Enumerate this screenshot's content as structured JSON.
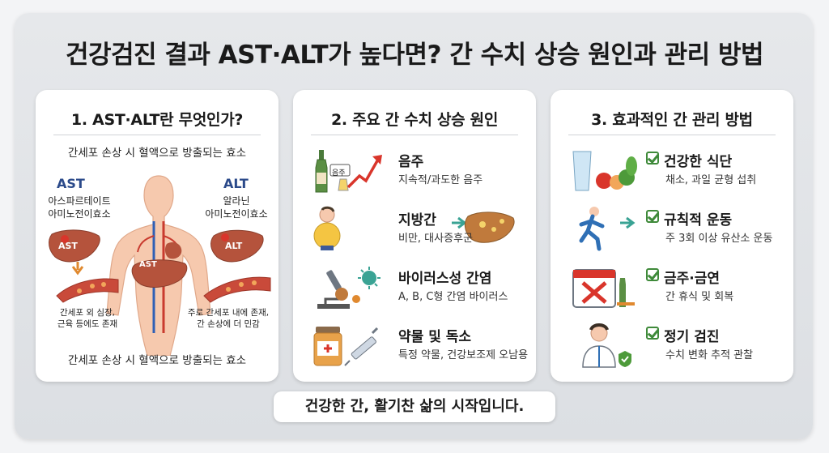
{
  "title": "건강검진 결과 AST·ALT가 높다면? 간 수치 상승 원인과 관리 방법",
  "card1": {
    "title": "1. AST·ALT란 무엇인가?",
    "subtitle_top": "간세포 손상 시 혈액으로 방출되는 효소",
    "ast_label": "AST",
    "ast_name_1": "아스파르테이트",
    "ast_name_2": "아미노전이효소",
    "alt_label": "ALT",
    "alt_name_1": "알라닌",
    "alt_name_2": "아미노전이효소",
    "ast_liver_tag": "AST",
    "alt_liver_tag": "ALT",
    "body_liver_tag": "AST",
    "ast_note_1": "간세포 외 심장,",
    "ast_note_2": "근육 등에도 존재",
    "alt_note_1": "주로 간세포 내에 존재,",
    "alt_note_2": "간 손상에 더 민감",
    "subtitle_bottom": "간세포 손상 시 혈액으로 방출되는 효소"
  },
  "card2": {
    "title": "2. 주요 간 수치 상승 원인",
    "items": [
      {
        "head": "음주",
        "desc": "지속적/과도한 음주",
        "icon_text": "음주"
      },
      {
        "head": "지방간",
        "desc": "비만, 대사증후군"
      },
      {
        "head": "바이러스성 간염",
        "desc": "A, B, C형 간염 바이러스"
      },
      {
        "head": "약물 및 독소",
        "desc": "특정 약물, 건강보조제 오남용"
      }
    ]
  },
  "card3": {
    "title": "3. 효과적인 간 관리 방법",
    "items": [
      {
        "head": "건강한 식단",
        "desc": "채소, 과일 균형 섭취"
      },
      {
        "head": "규칙적 운동",
        "desc": "주 3회 이상 유산소 운동"
      },
      {
        "head": "금주·금연",
        "desc": "간 휴식 및 회복"
      },
      {
        "head": "정기 검진",
        "desc": "수치 변화 추적 관찰"
      }
    ]
  },
  "footer": "건강한 간, 활기찬 삶의 시작입니다.",
  "colors": {
    "accent_blue": "#2b4a8a",
    "liver": "#b5533c",
    "check_green": "#3f8a3a",
    "arrow_green": "#3aa394",
    "arrow_red": "#d9352b"
  }
}
